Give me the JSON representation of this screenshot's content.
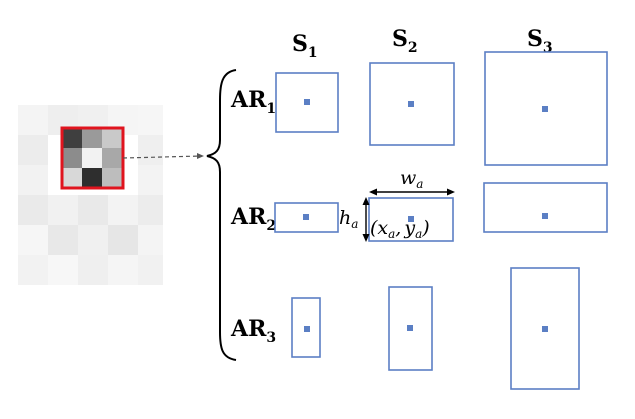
{
  "scales": [
    {
      "main": "S",
      "sub": "1"
    },
    {
      "main": "S",
      "sub": "2"
    },
    {
      "main": "S",
      "sub": "3"
    }
  ],
  "aspect_ratios": [
    {
      "main": "AR",
      "sub": "1"
    },
    {
      "main": "AR",
      "sub": "2"
    },
    {
      "main": "AR",
      "sub": "3"
    }
  ],
  "annotations": {
    "width": {
      "main": "w",
      "sub": "a"
    },
    "height": {
      "main": "h",
      "sub": "a"
    },
    "center": {
      "open": "(",
      "x": "x",
      "x_sub": "a",
      "comma": ",",
      "y": "y",
      "y_sub": "a",
      "close": ")"
    }
  },
  "colors": {
    "anchor_stroke": "#5b7fc4",
    "anchor_center": "#5b7fc4",
    "highlight": "#e0141e"
  }
}
